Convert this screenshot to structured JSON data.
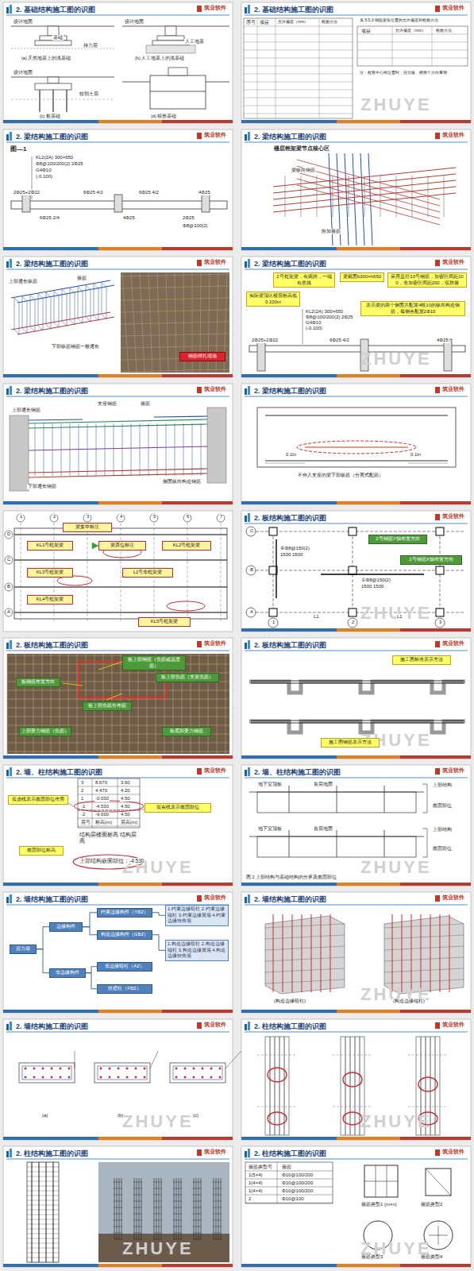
{
  "diagram": {
    "nodes": [
      {
        "text": [
          "2. 基础结构施工图的识图"
        ]
      },
      {
        "text": [
          "2. 基础结构施工图的识图"
        ]
      },
      {
        "text": [
          "2. 梁结构施工图的识图"
        ]
      },
      {
        "text": [
          "2. 梁结构施工图的识图"
        ]
      },
      {
        "text": [
          "2. 梁结构施工图的识图"
        ]
      },
      {
        "text": [
          "钢筋绑扎现场"
        ],
        "in": 4
      },
      {
        "text": [
          "2. 梁结构施工图的识图"
        ]
      },
      {
        "text": [
          "2号框架梁，有两跨，一端有悬挑"
        ],
        "in": 6
      },
      {
        "text": [
          "梁截面b300×h650"
        ],
        "in": 6
      },
      {
        "text": [
          "实际梁顶比楼层标高低0.100m"
        ],
        "in": 6
      },
      {
        "text": [
          "采用直径10号钢筋，加密区间距100，非加密区间距200，双肢箍"
        ],
        "in": 6
      },
      {
        "text": [
          "表示梁的两个侧面共配置4根10的纵向构造钢筋，每侧各配置2Φ10"
        ],
        "in": 6
      },
      {
        "text": [
          "2. 梁结构施工图的识图"
        ]
      },
      {
        "text": [
          "2. 梁结构施工图的识图"
        ]
      },
      {
        "text": [
          "梁集中标注"
        ]
      },
      {
        "text": [
          "KL1号框架梁"
        ]
      },
      {
        "text": [
          "梁原位标注"
        ]
      },
      {
        "text": [
          "KL2号框架梁"
        ]
      },
      {
        "text": [
          "KL3号框架梁"
        ]
      },
      {
        "text": [
          "L1号非框架梁"
        ]
      },
      {
        "text": [
          "KL4号框架梁"
        ]
      },
      {
        "text": [
          "KL5号框架梁"
        ]
      },
      {
        "text": [
          "2. 板结构施工图的识图"
        ]
      },
      {
        "text": [
          "2号钢筋Y轴布置方向"
        ],
        "in": 22
      },
      {
        "text": [
          "2号钢筋X轴布置方向"
        ],
        "in": 22
      },
      {
        "text": [
          "2. 板结构施工图的识图"
        ]
      },
      {
        "text": [
          "板上部钢筋（负筋或温度筋）"
        ],
        "in": 25
      },
      {
        "text": [
          "板上部负筋（支座负筋）"
        ],
        "in": 25
      },
      {
        "text": [
          "板钢筋布置方向"
        ],
        "in": 25
      },
      {
        "text": [
          "板上部负筋分布筋"
        ],
        "in": 25
      },
      {
        "text": [
          "上部受力钢筋（负筋）"
        ],
        "in": 25
      },
      {
        "text": [
          "板底部受力钢筋"
        ],
        "in": 25
      },
      {
        "text": [
          "2. 板结构施工图的识图"
        ]
      },
      {
        "text": [
          "施工图标准表示方法"
        ],
        "in": 32
      },
      {
        "text": [
          "施工图钢筋表示方法"
        ],
        "in": 32
      },
      {
        "text": [
          "2. 墙、柱结构施工图的识图"
        ]
      },
      {
        "text": [
          "双虚线表示嵌固部位作用"
        ],
        "in": 35
      },
      {
        "text": [
          "双实线表示嵌固部位"
        ],
        "in": 35
      },
      {
        "text": [
          "嵌固部位标高"
        ],
        "in": 35
      },
      {
        "text": [
          "2. 墙、柱结构施工图的识图"
        ]
      },
      {
        "text": [
          "2. 墙结构施工图的识图"
        ]
      },
      {
        "text": [
          "剪力墙"
        ],
        "in": 40
      },
      {
        "text": [
          "边缘构件"
        ],
        "in": 40
      },
      {
        "text": [
          "非边缘构件"
        ],
        "in": 40
      },
      {
        "text": [
          "约束边缘构件（YBZ）"
        ],
        "in": 40
      },
      {
        "text": [
          "构造边缘构件（GBZ）"
        ],
        "in": 40
      },
      {
        "text": [
          "非边缘暗柱（AZ）"
        ],
        "in": 40
      },
      {
        "text": [
          "扶壁柱（FBZ）"
        ],
        "in": 40
      },
      {
        "text": [
          "1.约束边缘暗柱 2.约束边缘端柱 3.约束边缘翼墙 4.约束边缘转角墙"
        ],
        "in": 40
      },
      {
        "text": [
          "1.构造边缘暗柱 2.构造边缘端柱 3.构造边缘翼墙 4.构造边缘转角墙"
        ],
        "in": 40
      },
      {
        "text": [
          "2. 墙结构施工图的识图"
        ]
      },
      {
        "text": [
          "2. 墙结构施工图的识图"
        ]
      },
      {
        "text": [
          "2. 柱结构施工图的识图"
        ]
      },
      {
        "text": [
          "2. 柱结构施工图的识图"
        ]
      },
      {
        "text": [
          "2. 柱结构施工图的识图"
        ]
      }
    ],
    "edges": [
      {
        "from": 41,
        "to": 42,
        "arrow": "none"
      },
      {
        "from": 41,
        "to": 43,
        "arrow": "none"
      },
      {
        "from": 42,
        "to": 44,
        "arrow": "none"
      },
      {
        "from": 42,
        "to": 45,
        "arrow": "none"
      },
      {
        "from": 43,
        "to": 46,
        "arrow": "none"
      },
      {
        "from": 43,
        "to": 47,
        "arrow": "none"
      },
      {
        "from": 44,
        "to": 48,
        "arrow": "none"
      },
      {
        "from": 45,
        "to": 49,
        "arrow": "none"
      }
    ],
    "labels": [
      "筑业软件",
      "筑业软件",
      "筑业软件",
      "筑业软件",
      "筑业软件",
      "筑业软件",
      "筑业软件",
      "筑业软件",
      "筑业软件",
      "筑业软件",
      "筑业软件",
      "筑业软件",
      "筑业软件",
      "筑业软件",
      "筑业软件",
      "筑业软件",
      "筑业软件",
      "筑业软件",
      "筑业软件",
      "ZHUYE",
      "ZHUYE",
      "ZHUYE",
      "ZHUYE",
      "ZHUYE",
      "ZHUYE",
      "ZHUYE",
      "ZHUYE",
      "ZHUYE",
      "ZHUYE",
      "ZHUYE",
      "设计地面",
      "基础",
      "持力层",
      "(a) 天然地基上的浅基础",
      "设计地面",
      "人工地基",
      "(b) 人工地基上的浅基础",
      "设计地面",
      "软弱土层",
      "(c) 桩基础",
      "(d) 箱形基础",
      "序号",
      "项目",
      "允许偏差（mm）",
      "检验方法",
      "表 5.5.3 钢筋安装位置的允许偏差和检验方法",
      "项目",
      "允许偏差（mm）",
      "检验方法",
      "注：检查中心线位置时，应沿纵、横两个方向量测",
      "图—1",
      "KL2(2A) 300×650",
      "Φ8@100/200(2) 2Φ25",
      "G4Φ10",
      "(-0.100)",
      "2Φ25+2Φ22",
      "6Φ25 4/2",
      "6Φ25 4/2",
      "4Φ25",
      "6Φ25 2/4",
      "4Φ25",
      "2Φ25",
      "Φ8@100(2)",
      "楼层框架梁节点核心区",
      "梁纵向钢筋",
      "附加箍筋",
      "上部通长纵筋",
      "箍筋",
      "下部纵筋钢筋一般通长",
      "KL2(2A) 300×650",
      "Φ8@100/200(2) 2Φ25",
      "G4Φ10",
      "(-0.100)",
      "2Φ25+2Φ22",
      "6Φ25 4/2",
      "4Φ25",
      "上部通长钢筋",
      "支座钢筋",
      "箍筋",
      "侧面纵向构造钢筋",
      "下部通长钢筋",
      "0.1ln",
      "0.1ln",
      "不伸入支座的梁下部纵筋（分离式配筋）",
      "1",
      "2",
      "3",
      "4",
      "5",
      "6",
      "7",
      "D",
      "C",
      "B",
      "A",
      "C",
      "B",
      "A",
      "1",
      "2",
      "3",
      "⑥Φ8@150(2)",
      "1500 1500",
      "①Φ8@150(2)",
      "1500 1500",
      "L1",
      "L1",
      "3",
      "8.670",
      "3.60",
      "2",
      "4.470",
      "4.20",
      "1",
      "-0.030",
      "4.50",
      "-1",
      "-4.530",
      "4.50",
      "-2",
      "-9.030",
      "4.50",
      "层号",
      "标高(m)",
      "层高(m)",
      "结构层楼面标高 结构层高",
      "上部结构嵌固部位：-4.530",
      "地下室顶板",
      "首层地面",
      "上部结构",
      "嵌固部位",
      "地下室顶板",
      "首层地面",
      "上部结构",
      "嵌固部位",
      "图 2 上部结构与基础结构的分界及嵌固部位",
      "(构造边缘暗柱)",
      "(构造边缘端柱)",
      "(a)",
      "(b)",
      "(c)",
      "箍筋类型号",
      "箍筋",
      "1(5×4)",
      "Φ10@100/200",
      "1(4×4)",
      "Φ10@100/200",
      "1(4×4)",
      "Φ10@100/200",
      "2",
      "Φ10@100",
      "箍筋类型1 (m×n)",
      "箍筋类型2",
      "箍筋类型3",
      "箍筋类型4"
    ]
  }
}
